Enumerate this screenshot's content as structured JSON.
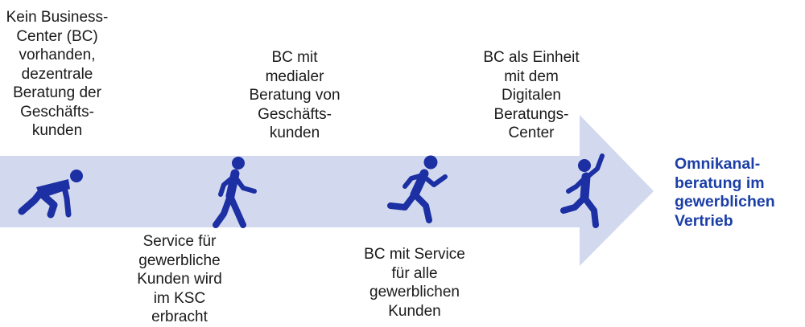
{
  "colors": {
    "arrow_fill": "#d2d9ef",
    "figure": "#1c2fa3",
    "goal_text": "#1b3fa6",
    "text": "#1a1a1a"
  },
  "stages": [
    {
      "icon": "crouching-start-figure-icon",
      "top_text": "Kein Business-\nCenter (BC)\nvorhanden,\ndezentrale\nBeratung der\nGeschäfts-\nkunden",
      "bottom_text": ""
    },
    {
      "icon": "walking-figure-icon",
      "top_text": "",
      "bottom_text": "Service für\ngewerbliche\nKunden wird\nim KSC\nerbracht"
    },
    {
      "icon": "jogging-figure-icon",
      "top_text": "BC mit\nmedialer\nBeratung von\nGeschäfts-\nkunden",
      "bottom_text": ""
    },
    {
      "icon": "running-figure-icon",
      "top_text": "",
      "bottom_text": "BC mit Service\nfür alle\ngewerblichen\nKunden"
    },
    {
      "icon": "cheering-figure-icon",
      "top_text": "BC als Einheit\nmit dem\nDigitalen\nBeratungs-\nCenter",
      "bottom_text": ""
    }
  ],
  "goal": {
    "text": "Omnikanal-\nberatung im\ngewerblichen\nVertrieb"
  }
}
